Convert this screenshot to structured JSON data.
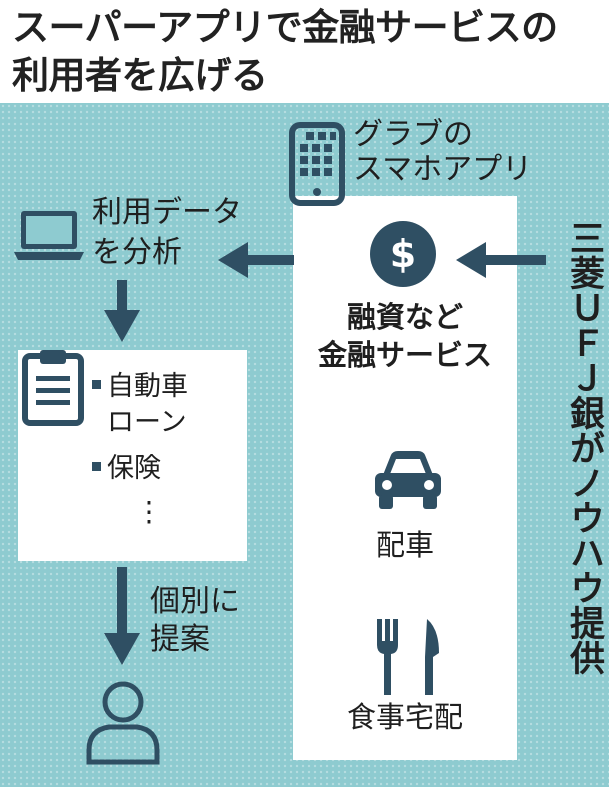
{
  "title": {
    "line1": "スーパーアプリで金融サービスの",
    "line2": "利用者を広げる"
  },
  "colors": {
    "panel": "#8ecbd0",
    "icon": "#2f4f63",
    "text": "#1f1f1f"
  },
  "app": {
    "label_line1": "グラブの",
    "label_line2": "スマホアプリ",
    "icon": "smartphone-icon"
  },
  "finance": {
    "icon": "dollar-coin-icon",
    "symbol": "$",
    "label_line1": "融資など",
    "label_line2": "金融サービス"
  },
  "ride": {
    "icon": "car-icon",
    "label": "配車"
  },
  "food": {
    "icon": "fork-knife-icon",
    "label": "食事宅配"
  },
  "bank": {
    "label": "三菱ＵＦＪ銀がノウハウ提供"
  },
  "analysis": {
    "icon": "laptop-icon",
    "label_line1": "利用データ",
    "label_line2": "を分析"
  },
  "products": {
    "icon": "clipboard-icon",
    "items": [
      "自動車",
      "ローン",
      "保険"
    ],
    "ellipsis": "⋮"
  },
  "proposal": {
    "label_line1": "個別に",
    "label_line2": "提案"
  },
  "user": {
    "icon": "person-icon"
  }
}
